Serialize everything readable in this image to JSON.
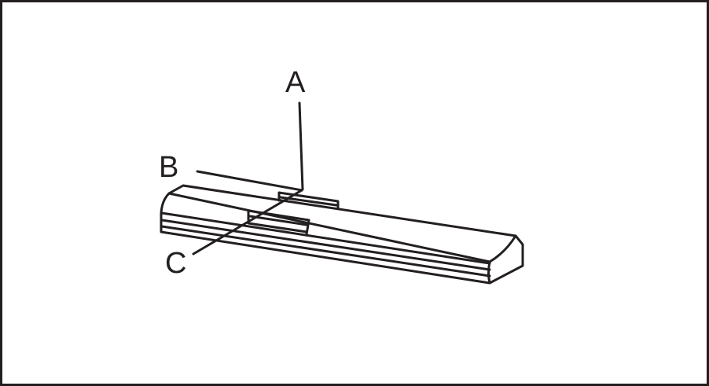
{
  "diagram": {
    "labels": {
      "a": "A",
      "b": "B",
      "c": "C"
    },
    "colors": {
      "line": "#231f20",
      "background": "#ffffff"
    }
  }
}
